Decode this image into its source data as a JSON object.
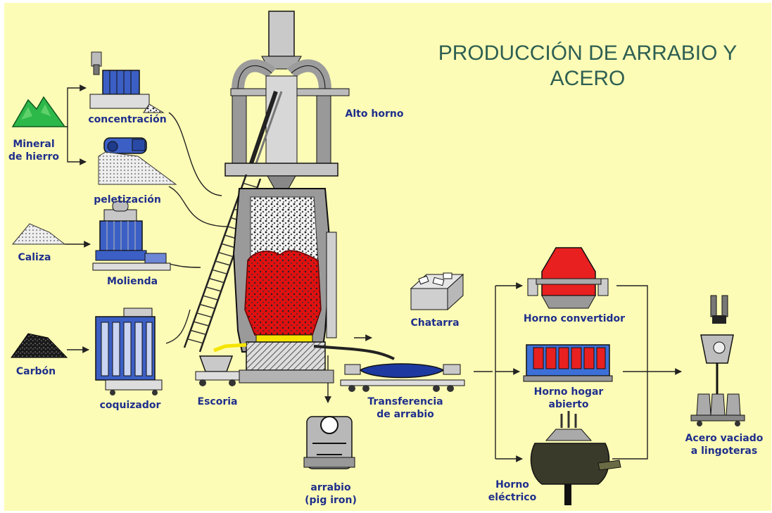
{
  "title": "PRODUCCIÓN DE ARRABIO Y\nACERO",
  "colors": {
    "background": "#fdfcb6",
    "label_text": "#1f2f8c",
    "title_text": "#2e5f52",
    "molten_iron": "#e01010",
    "converter": "#e82020",
    "equipment_blue": "#4060c0",
    "structure_gray": "#b8b8b8"
  },
  "labels": {
    "mineral": "Mineral\nde hierro",
    "concentracion": "concentración",
    "peletizacion": "peletización",
    "caliza": "Caliza",
    "molienda": "Molienda",
    "carbon": "Carbón",
    "coquizador": "coquizador",
    "alto_horno": "Alto horno",
    "escoria": "Escoria",
    "arrabio": "arrabio\n(pig iron)",
    "transferencia": "Transferencia\nde arrabio",
    "chatarra": "Chatarra",
    "horno_convertidor": "Horno convertidor",
    "horno_hogar": "Horno hogar\nabierto",
    "horno_electrico": "Horno\neléctrico",
    "acero_vaciado": "Acero vaciado\na lingoteras"
  },
  "icons": [
    "iron-ore-pile-icon",
    "concentration-machine-icon",
    "pelletizer-icon",
    "limestone-pile-icon",
    "grinding-mill-icon",
    "coal-pile-icon",
    "coke-oven-icon",
    "blast-furnace-icon",
    "slag-car-icon",
    "pig-iron-ladle-icon",
    "torpedo-car-icon",
    "scrap-bin-icon",
    "converter-furnace-icon",
    "open-hearth-furnace-icon",
    "electric-furnace-icon",
    "ingot-casting-icon"
  ]
}
